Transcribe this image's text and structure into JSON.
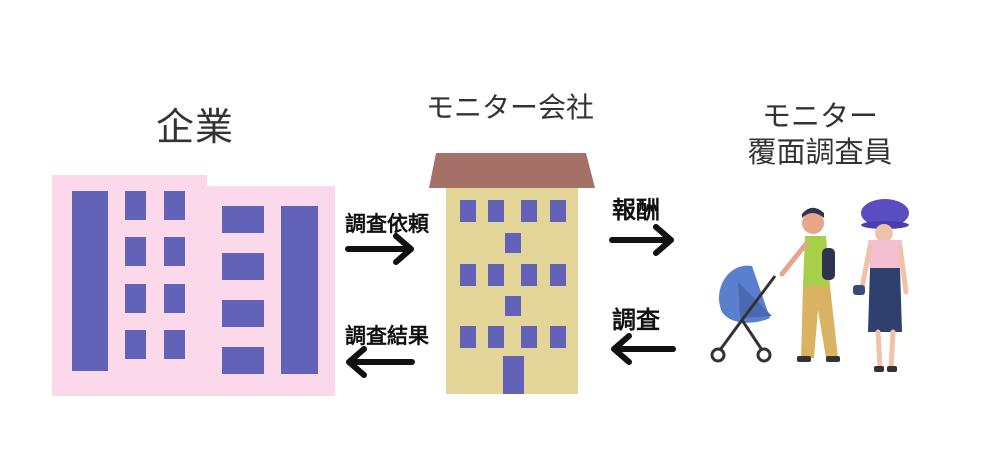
{
  "nodes": {
    "company": {
      "label": "企業"
    },
    "monitor_company": {
      "label": "モニター会社"
    },
    "mystery_shopper": {
      "label_line1": "モニター",
      "label_line2": "覆面調査員"
    }
  },
  "arrows": {
    "survey_request": "調査依頼",
    "survey_results": "調査結果",
    "reward": "報酬",
    "survey": "調査"
  },
  "colors": {
    "company_building": "#fbd9eb",
    "windows": "#6262b9",
    "monitor_building": "#e3d597",
    "monitor_roof": "#a47068",
    "arrow": "#111111"
  }
}
